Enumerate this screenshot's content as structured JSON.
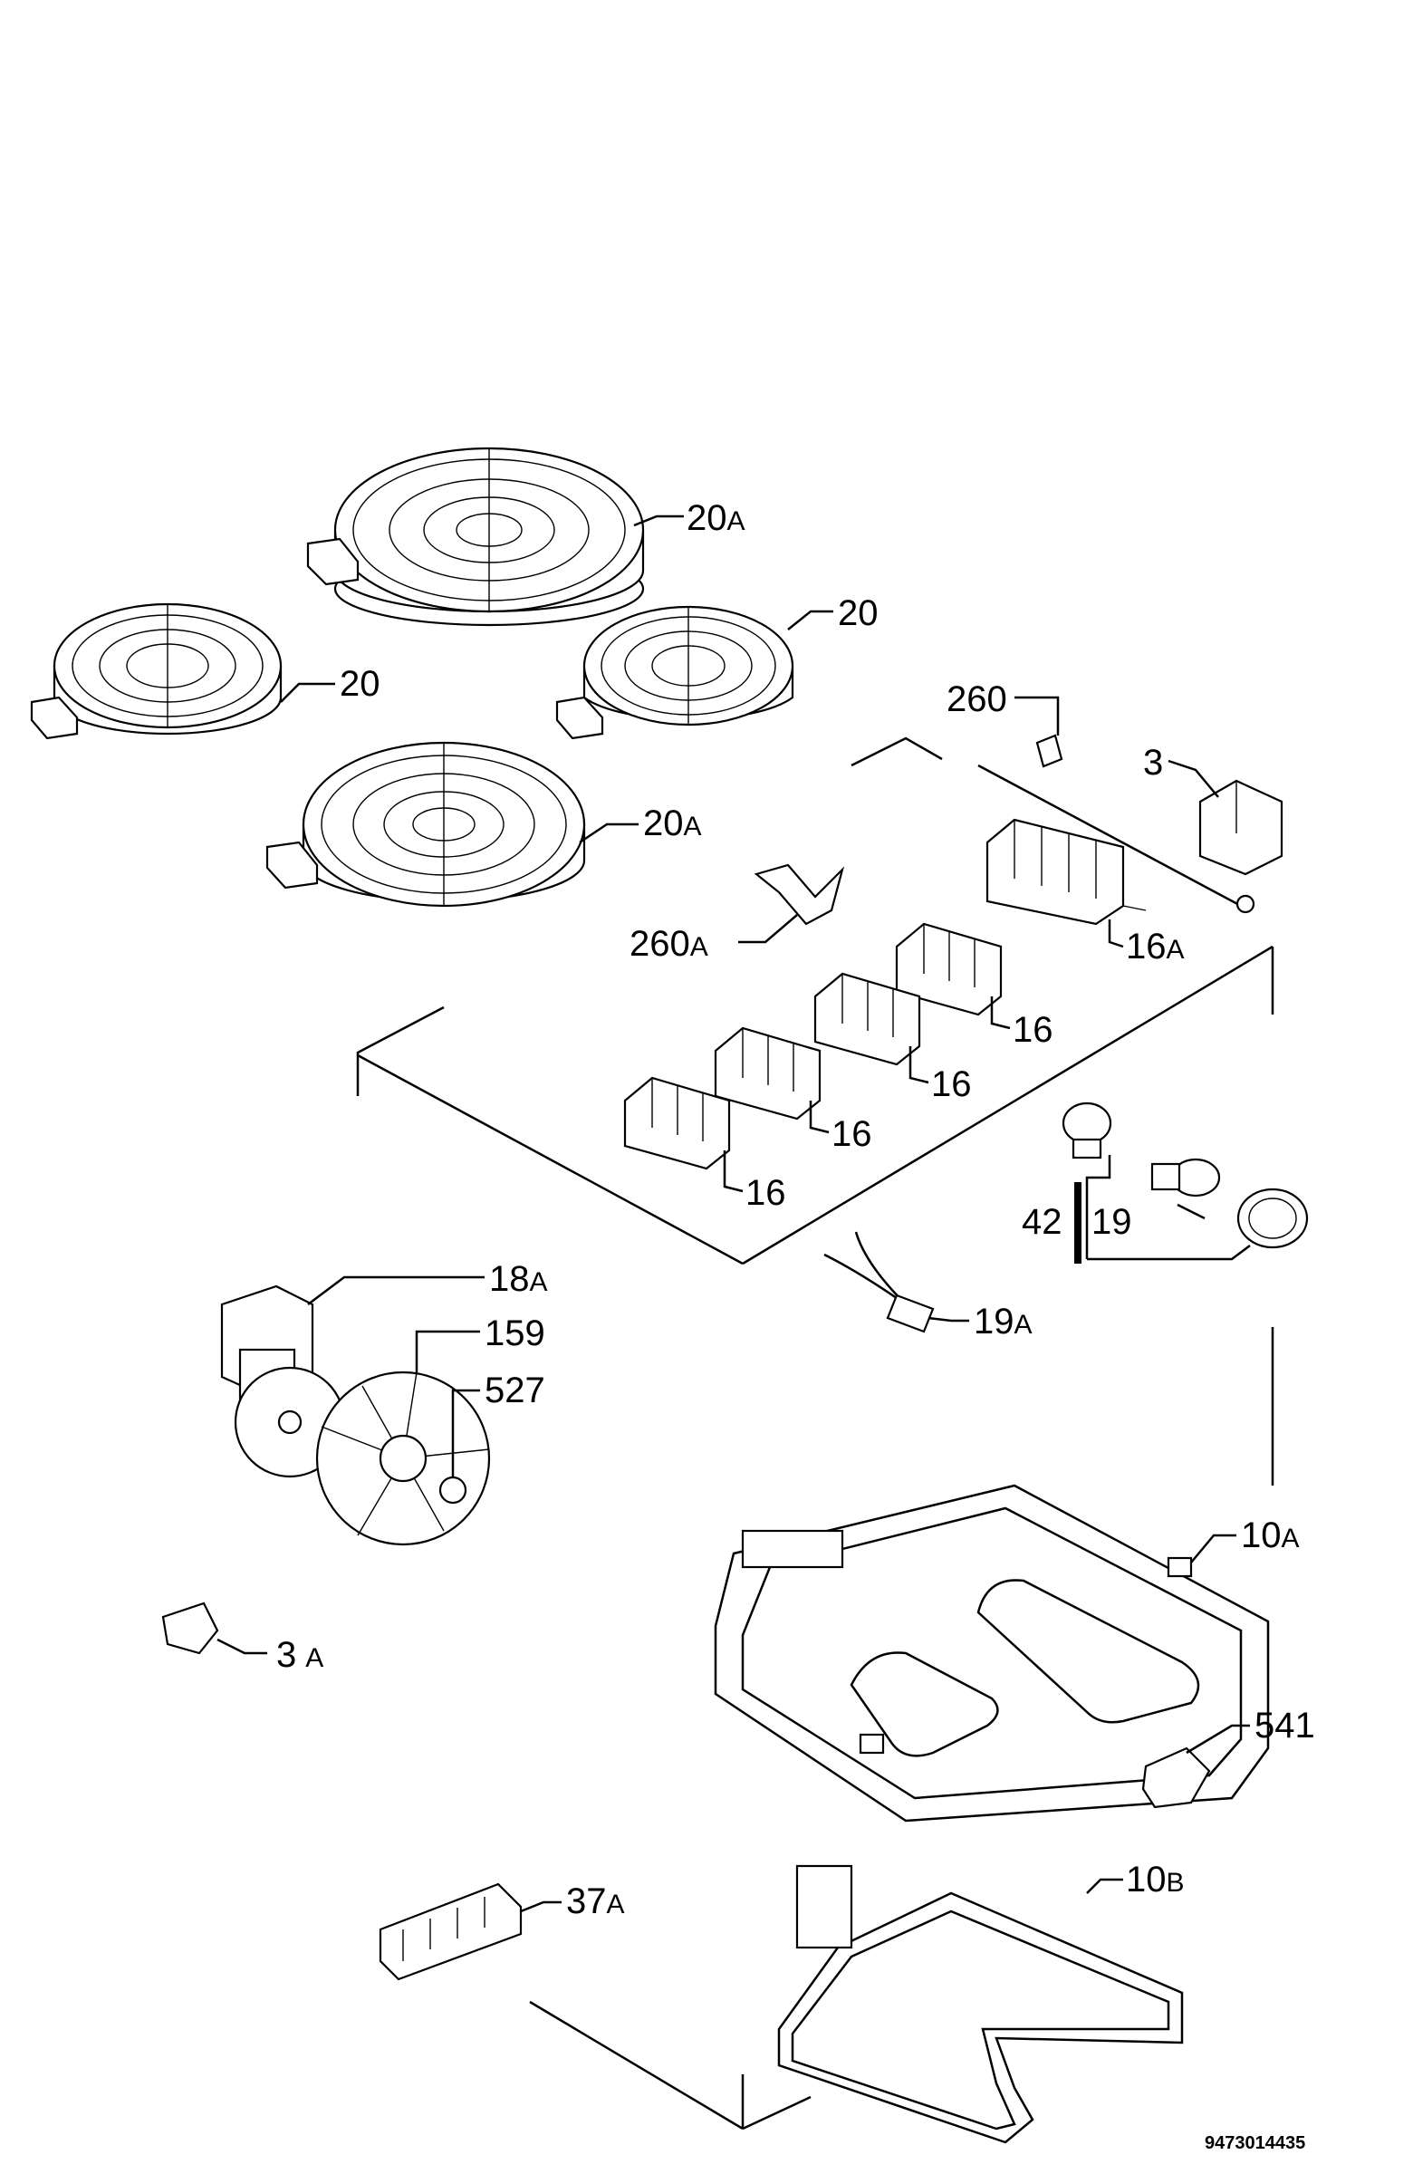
{
  "labels": {
    "hotplate_20a_top": {
      "num": "20",
      "suf": "A"
    },
    "hotplate_20_right": {
      "num": "20",
      "suf": ""
    },
    "hotplate_20_left": {
      "num": "20",
      "suf": ""
    },
    "hotplate_20a_front": {
      "num": "20",
      "suf": "A"
    },
    "clip_260": {
      "num": "260",
      "suf": ""
    },
    "thermostat_3": {
      "num": "3",
      "suf": ""
    },
    "bracket_260a": {
      "num": "260",
      "suf": "A"
    },
    "switch_16a": {
      "num": "16",
      "suf": "A"
    },
    "switch_16_1": {
      "num": "16",
      "suf": ""
    },
    "switch_16_2": {
      "num": "16",
      "suf": ""
    },
    "switch_16_3": {
      "num": "16",
      "suf": ""
    },
    "switch_16_4": {
      "num": "16",
      "suf": ""
    },
    "lamp_42": {
      "num": "42",
      "suf": ""
    },
    "lamp_19": {
      "num": "19",
      "suf": ""
    },
    "fan_motor_18a": {
      "num": "18",
      "suf": "A"
    },
    "fan_blade_159": {
      "num": "159",
      "suf": ""
    },
    "nut_527": {
      "num": "527",
      "suf": ""
    },
    "sensor_19a": {
      "num": "19",
      "suf": "A"
    },
    "connector_3a": {
      "num": "3",
      "suf": "A"
    },
    "grill_element_10a": {
      "num": "10",
      "suf": "A"
    },
    "clip_541": {
      "num": "541",
      "suf": ""
    },
    "bottom_element_10b": {
      "num": "10",
      "suf": "B"
    },
    "terminal_block_37a": {
      "num": "37",
      "suf": "A"
    }
  },
  "document_number": "9473014435"
}
